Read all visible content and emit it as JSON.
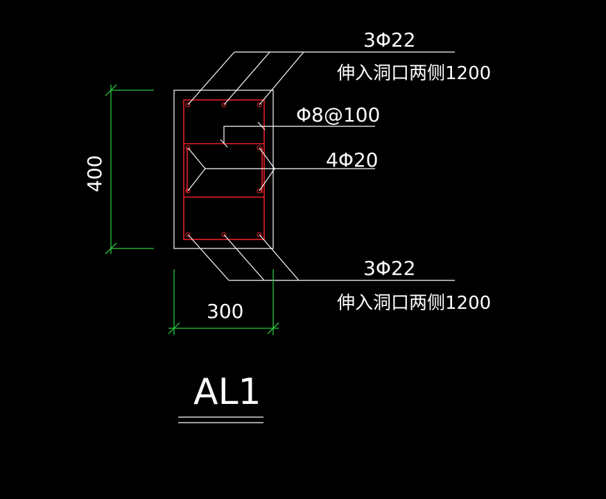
{
  "drawing": {
    "title": "AL1",
    "annotations": {
      "top_bars": "3Φ22",
      "top_note": "伸入洞口两侧1200",
      "stirrup": "Φ8@100",
      "side_bars": "4Φ20",
      "bottom_bars": "3Φ22",
      "bottom_note": "伸入洞口两侧1200"
    },
    "dimensions": {
      "height": "400",
      "width": "300"
    },
    "colors": {
      "background": "#000000",
      "outline": "#ffffff",
      "rebar": "#e8202a",
      "dimension": "#27c93f",
      "text": "#ffffff"
    }
  }
}
